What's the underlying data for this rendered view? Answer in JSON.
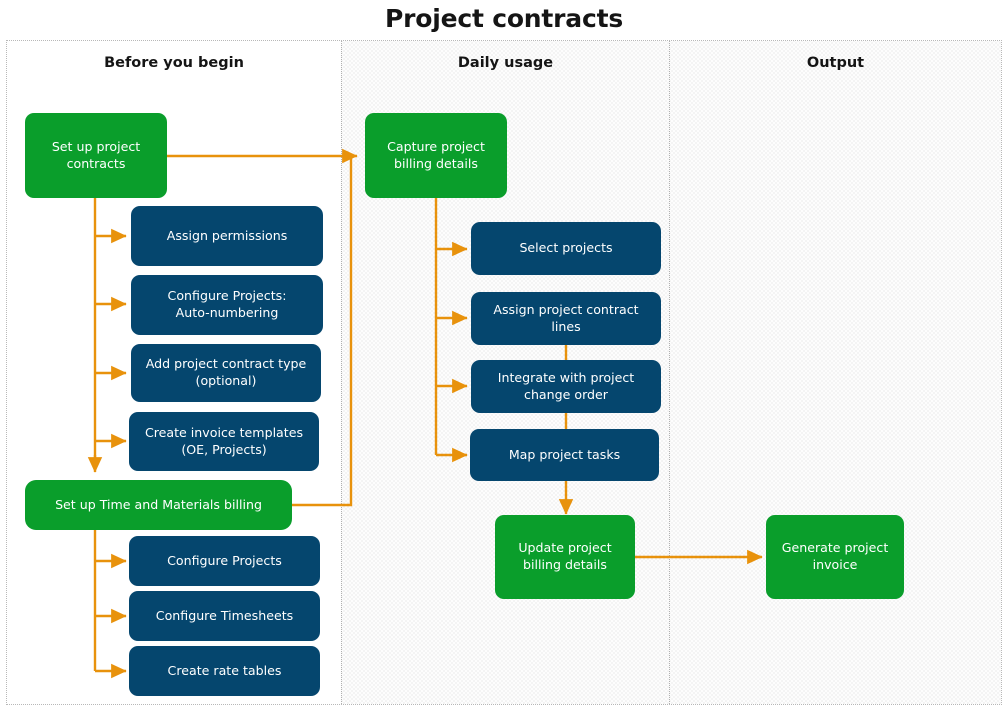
{
  "title": "Project contracts",
  "colors": {
    "green": "#0a9e2b",
    "navy": "#05466e",
    "arrow": "#e8920c",
    "text_on_node": "#ffffff",
    "title_text": "#151515",
    "lane_border": "#b8b8b8"
  },
  "lanes": [
    {
      "id": "before",
      "label": "Before you begin",
      "style": "plain"
    },
    {
      "id": "daily",
      "label": "Daily usage",
      "style": "dotted"
    },
    {
      "id": "output",
      "label": "Output",
      "style": "dotted"
    }
  ],
  "nodes": {
    "setup_project_contracts": {
      "label": "Set up project\ncontracts",
      "type": "green",
      "lane": "before"
    },
    "assign_permissions": {
      "label": "Assign permissions",
      "type": "navy",
      "lane": "before"
    },
    "configure_projects_auto": {
      "label": "Configure Projects:\nAuto-numbering",
      "type": "navy",
      "lane": "before"
    },
    "add_contract_type": {
      "label": "Add project contract type\n(optional)",
      "type": "navy",
      "lane": "before"
    },
    "create_invoice_templates": {
      "label": "Create invoice templates\n(OE, Projects)",
      "type": "navy",
      "lane": "before"
    },
    "setup_tm_billing": {
      "label": "Set up Time and Materials billing",
      "type": "green",
      "lane": "before"
    },
    "configure_projects": {
      "label": "Configure Projects",
      "type": "navy",
      "lane": "before"
    },
    "configure_timesheets": {
      "label": "Configure Timesheets",
      "type": "navy",
      "lane": "before"
    },
    "create_rate_tables": {
      "label": "Create rate tables",
      "type": "navy",
      "lane": "before"
    },
    "capture_billing_details": {
      "label": "Capture project\nbilling details",
      "type": "green",
      "lane": "daily"
    },
    "select_projects": {
      "label": "Select projects",
      "type": "navy",
      "lane": "daily"
    },
    "assign_contract_lines": {
      "label": "Assign project contract\nlines",
      "type": "navy",
      "lane": "daily"
    },
    "integrate_change_order": {
      "label": "Integrate with project\nchange order",
      "type": "navy",
      "lane": "daily"
    },
    "map_project_tasks": {
      "label": "Map project tasks",
      "type": "navy",
      "lane": "daily"
    },
    "update_billing_details": {
      "label": "Update project\nbilling details",
      "type": "green",
      "lane": "daily"
    },
    "generate_invoice": {
      "label": "Generate project\ninvoice",
      "type": "green",
      "lane": "output"
    }
  },
  "edges": [
    {
      "from": "setup_project_contracts",
      "to": "capture_billing_details",
      "arrow": true
    },
    {
      "from": "setup_project_contracts",
      "to": "assign_permissions",
      "arrow": true
    },
    {
      "from": "setup_project_contracts",
      "to": "configure_projects_auto",
      "arrow": true
    },
    {
      "from": "setup_project_contracts",
      "to": "add_contract_type",
      "arrow": true
    },
    {
      "from": "setup_project_contracts",
      "to": "create_invoice_templates",
      "arrow": true
    },
    {
      "from": "setup_project_contracts",
      "to": "setup_tm_billing",
      "arrow": true
    },
    {
      "from": "setup_tm_billing",
      "to": "configure_projects",
      "arrow": true
    },
    {
      "from": "setup_tm_billing",
      "to": "configure_timesheets",
      "arrow": true
    },
    {
      "from": "setup_tm_billing",
      "to": "create_rate_tables",
      "arrow": true
    },
    {
      "from": "setup_tm_billing",
      "to": "capture_billing_details",
      "arrow": true
    },
    {
      "from": "capture_billing_details",
      "to": "select_projects",
      "arrow": true
    },
    {
      "from": "capture_billing_details",
      "to": "assign_contract_lines",
      "arrow": true
    },
    {
      "from": "capture_billing_details",
      "to": "integrate_change_order",
      "arrow": true
    },
    {
      "from": "capture_billing_details",
      "to": "map_project_tasks",
      "arrow": true
    },
    {
      "from": "assign_contract_lines",
      "to": "integrate_change_order",
      "arrow": false
    },
    {
      "from": "integrate_change_order",
      "to": "map_project_tasks",
      "arrow": false
    },
    {
      "from": "map_project_tasks",
      "to": "update_billing_details",
      "arrow": true
    },
    {
      "from": "update_billing_details",
      "to": "generate_invoice",
      "arrow": true
    }
  ]
}
